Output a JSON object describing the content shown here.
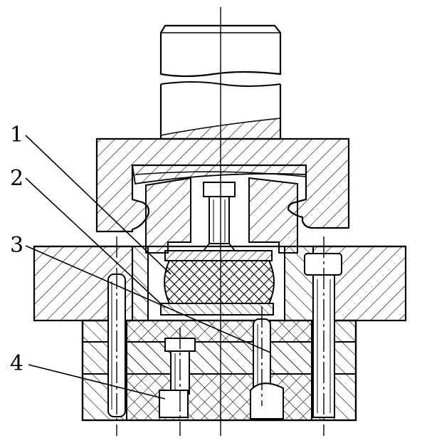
{
  "diagram": {
    "labels": [
      {
        "id": "1",
        "text": "1"
      },
      {
        "id": "2",
        "text": "2"
      },
      {
        "id": "3",
        "text": "3"
      },
      {
        "id": "4",
        "text": "4"
      }
    ],
    "colors": {
      "line": "#000000",
      "background": "#ffffff"
    }
  }
}
